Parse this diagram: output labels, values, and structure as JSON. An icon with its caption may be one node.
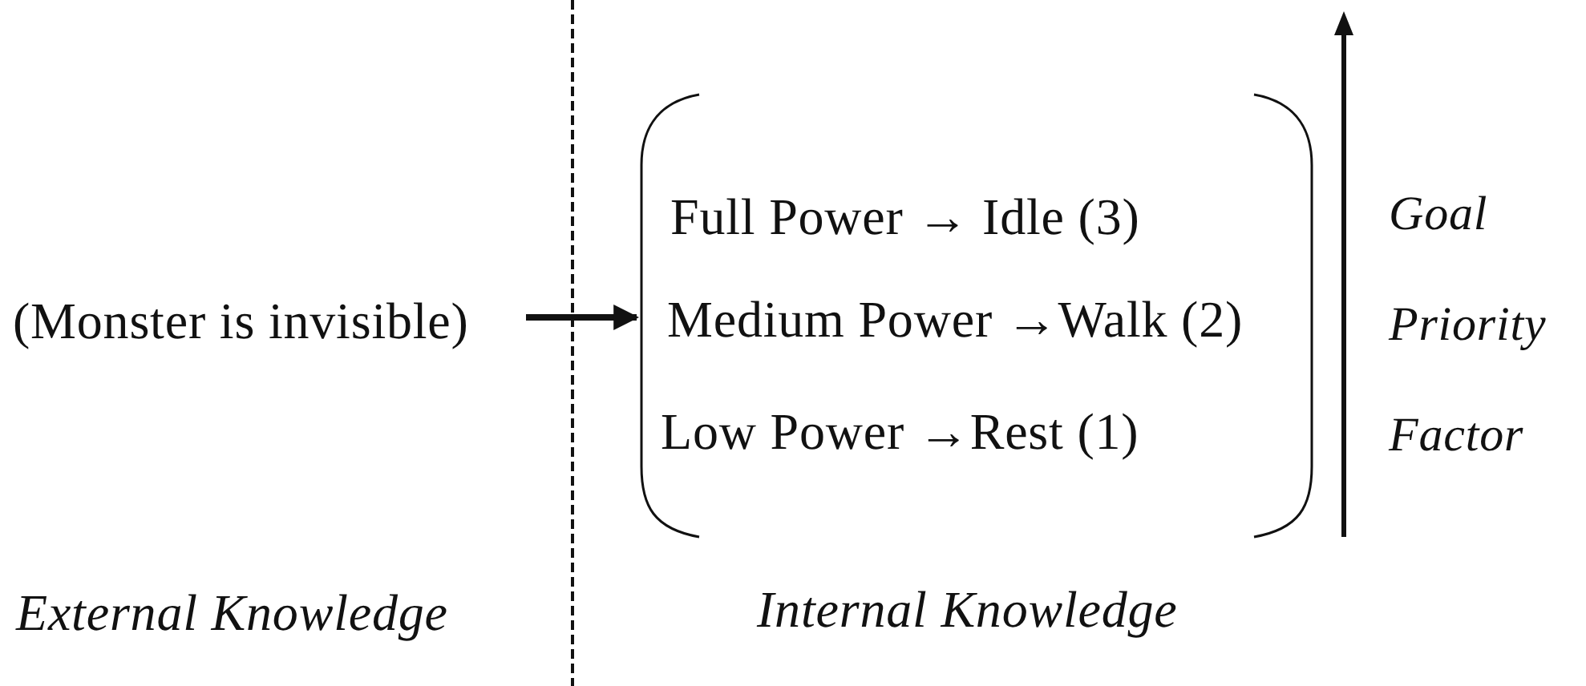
{
  "diagram": {
    "nodes": [
      {
        "text": [
          "(Monster is invisible)"
        ]
      },
      {
        "text": [
          "Full Power → Idle (3)",
          "Medium Power →Walk (2)",
          "Low Power →Rest (1)"
        ]
      }
    ],
    "edges": [
      {
        "from": 0,
        "to": 1,
        "arrow": "to"
      }
    ],
    "labels": [
      "Goal Priority Factor",
      "External Knowledge",
      "Internal Knowledge"
    ]
  }
}
